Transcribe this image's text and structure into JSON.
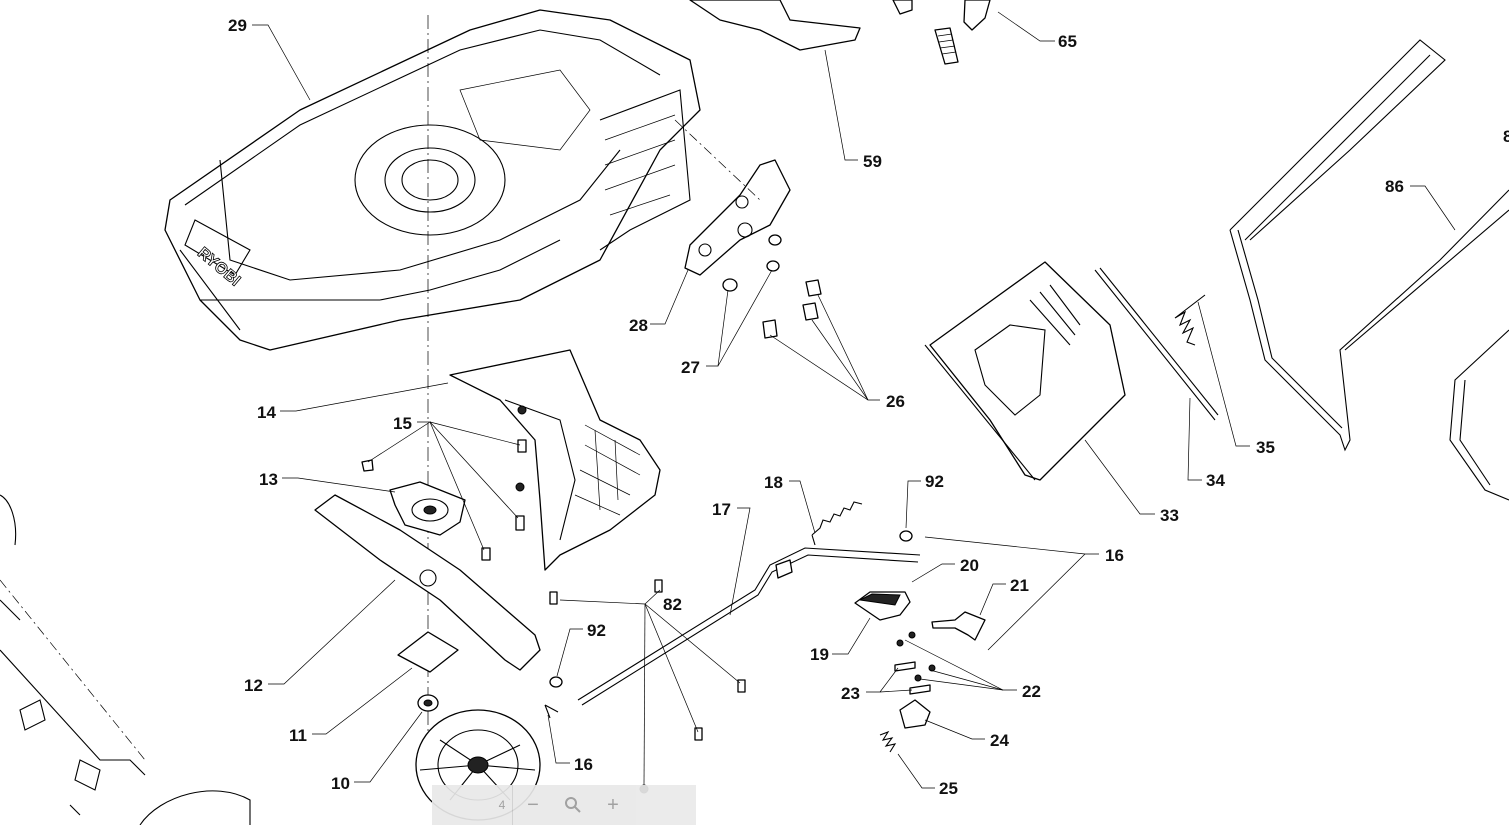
{
  "callouts": [
    "29",
    "65",
    "59",
    "86",
    "8",
    "28",
    "27",
    "26",
    "14",
    "15",
    "13",
    "35",
    "34",
    "33",
    "18",
    "92",
    "17",
    "16",
    "20",
    "21",
    "82",
    "92",
    "12",
    "19",
    "22",
    "23",
    "11",
    "10",
    "24",
    "16",
    "25"
  ],
  "viewer": {
    "page_number": "4",
    "zoom_out_symbol": "−",
    "zoom_in_symbol": "+",
    "zoom_icon": "magnifier-icon"
  }
}
